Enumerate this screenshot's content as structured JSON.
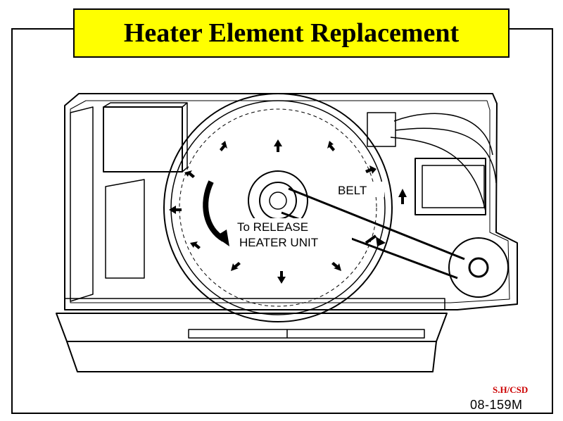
{
  "title": "Heater Element Replacement",
  "labels": {
    "belt": "BELT",
    "release_line1": "To RELEASE",
    "release_line2": "HEATER UNIT"
  },
  "footer": {
    "signature": "S.H/CSD",
    "code": "08-159M"
  },
  "colors": {
    "title_background": "#ffff00",
    "signature": "#cc0000"
  }
}
